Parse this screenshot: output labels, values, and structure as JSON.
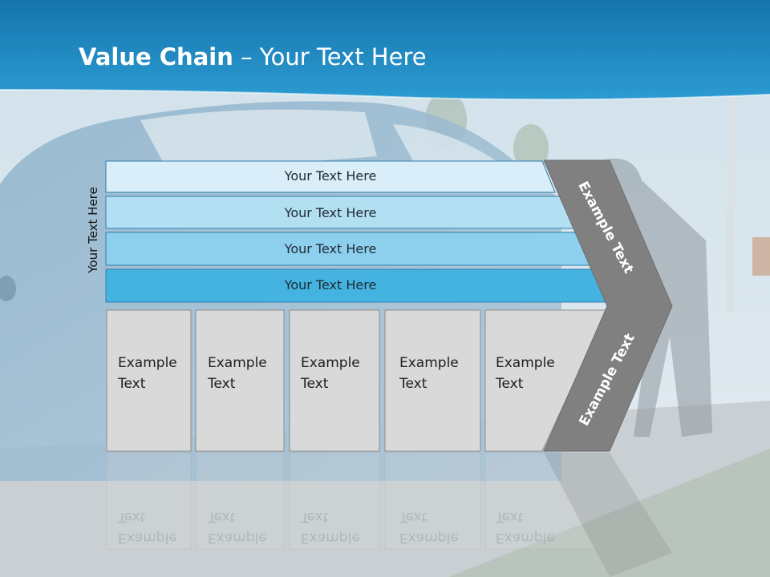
{
  "title": {
    "bold": "Value Chain",
    "rest": " – Your Text Here"
  },
  "side_label": "Your Text Here",
  "bands": [
    "Your Text Here",
    "Your Text Here",
    "Your Text Here",
    "Your Text Here"
  ],
  "boxes": [
    {
      "line1": "Example",
      "line2": "Text"
    },
    {
      "line1": "Example",
      "line2": "Text"
    },
    {
      "line1": "Example",
      "line2": "Text"
    },
    {
      "line1": "Example",
      "line2": "Text"
    },
    {
      "line1": "Example",
      "line2": "Text"
    }
  ],
  "chevron_labels": {
    "upper": "Example Text",
    "lower": "Example Text"
  },
  "colors": {
    "header": "#1a8bc4",
    "band1": "#daeef9",
    "band2": "#b3dff3",
    "band3": "#8dd0ee",
    "band4": "#45b3e1",
    "box": "#d9d9d9",
    "chevron": "#808080"
  },
  "icons": [
    "background-photo-car-and-man"
  ]
}
